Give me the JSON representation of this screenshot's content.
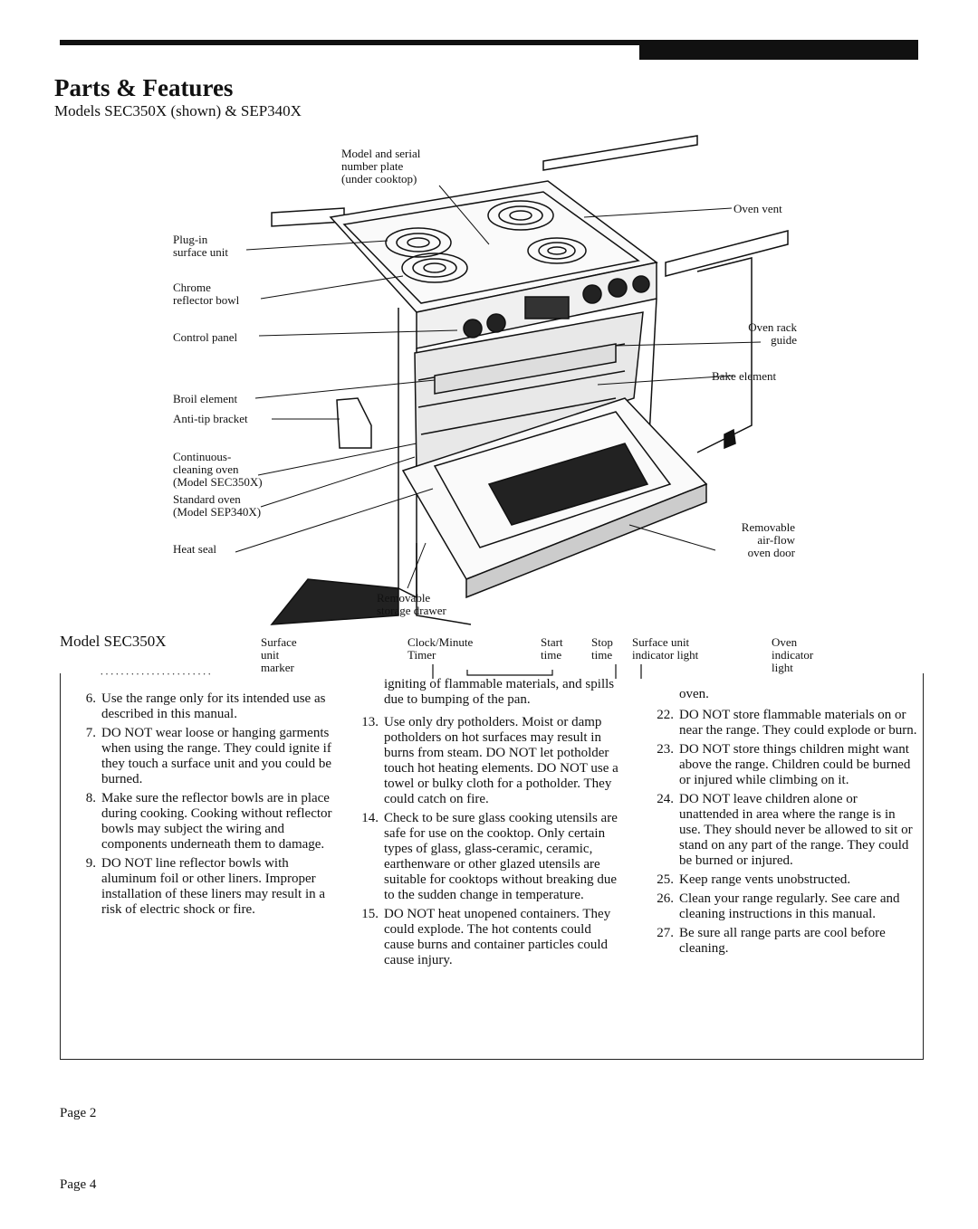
{
  "header": {
    "title": "Parts & Features",
    "subtitle": "Models SEC350X (shown) & SEP340X"
  },
  "diagram_labels": {
    "model_serial": "Model and serial\nnumber plate\n(under cooktop)",
    "plug_in": "Plug-in\nsurface unit",
    "chrome": "Chrome\nreflector bowl",
    "control_panel": "Control panel",
    "broil": "Broil element",
    "anti_tip": "Anti-tip bracket",
    "continuous": "Continuous-\ncleaning oven\n(Model SEC350X)",
    "standard": "Standard oven\n(Model SEP340X)",
    "heat_seal": "Heat seal",
    "oven_vent": "Oven vent",
    "oven_rack": "Oven rack\nguide",
    "bake": "Bake element",
    "door": "Removable\nair-flow\noven door",
    "drawer": "Removable\nstorage drawer"
  },
  "control_panel": {
    "model": "Model SEC350X",
    "surface_marker": "Surface\nunit\nmarker",
    "clock": "Clock/Minute\nTimer",
    "start": "Start\ntime",
    "stop": "Stop\ntime",
    "indicator": "Surface unit\nindicator light",
    "oven_indicator": "Oven\nindicator\nlight"
  },
  "instructions": {
    "col1": [
      {
        "n": "6.",
        "t": "Use the range only for its intended use as described in this manual."
      },
      {
        "n": "7.",
        "t": "DO NOT wear loose or hanging garments when using the range. They could ignite if they touch a surface unit and you could be burned."
      },
      {
        "n": "8.",
        "t": "Make sure the reflector bowls are in place during cooking. Cooking without reflector bowls may subject the wiring and components underneath them to damage."
      },
      {
        "n": "9.",
        "t": "DO NOT line reflector bowls with aluminum foil or other liners. Improper installation of these liners may result in a risk of electric shock or fire."
      }
    ],
    "col2_lead": "igniting of flammable materials, and spills due to bumping of the pan.",
    "col2": [
      {
        "n": "13.",
        "t": "Use only dry potholders. Moist or damp potholders on hot surfaces may result in burns from steam. DO NOT let potholder touch hot heating elements. DO NOT use a towel or bulky cloth for a potholder. They could catch on fire."
      },
      {
        "n": "14.",
        "t": "Check to be sure glass cooking utensils are safe for use on the cooktop. Only certain types of glass, glass-ceramic, ceramic, earthenware or other glazed utensils are suitable for cooktops without breaking due to the sudden change in temperature."
      },
      {
        "n": "15.",
        "t": "DO NOT heat unopened containers. They could explode. The hot contents could cause burns and container particles could cause injury."
      }
    ],
    "col3_lead": "oven.",
    "col3": [
      {
        "n": "22.",
        "t": "DO NOT store flammable materials on or near the range. They could explode or burn."
      },
      {
        "n": "23.",
        "t": "DO NOT store things children might want above the range. Children could be burned or injured while climbing on it."
      },
      {
        "n": "24.",
        "t": "DO NOT leave children alone or unattended in area where the range is in use. They should never be allowed to sit or stand on any part of the range. They could be burned or injured."
      },
      {
        "n": "25.",
        "t": "Keep range vents unobstructed."
      },
      {
        "n": "26.",
        "t": "Clean your range regularly. See care and cleaning instructions in this manual."
      },
      {
        "n": "27.",
        "t": "Be sure all range parts are cool before cleaning."
      }
    ]
  },
  "footer": {
    "page_a": "Page 2",
    "page_b": "Page 4"
  }
}
